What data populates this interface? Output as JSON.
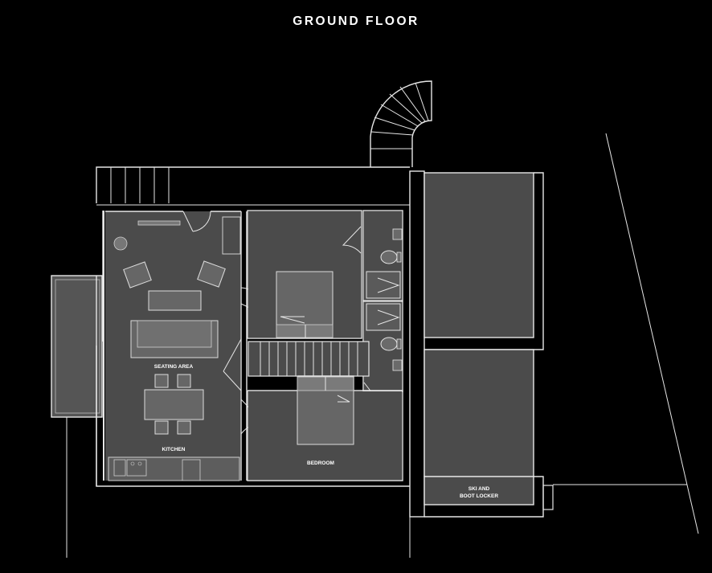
{
  "title": "GROUND FLOOR",
  "labels": {
    "seating_area": "SEATING AREA",
    "kitchen": "KITCHEN",
    "bedroom": "BEDROOM",
    "ski_locker_line1": "SKI AND",
    "ski_locker_line2": "BOOT LOCKER"
  },
  "colors": {
    "background": "#000000",
    "room_fill": "#4b4b4b",
    "wall_line": "#e6e6e6",
    "text": "#ffffff"
  }
}
